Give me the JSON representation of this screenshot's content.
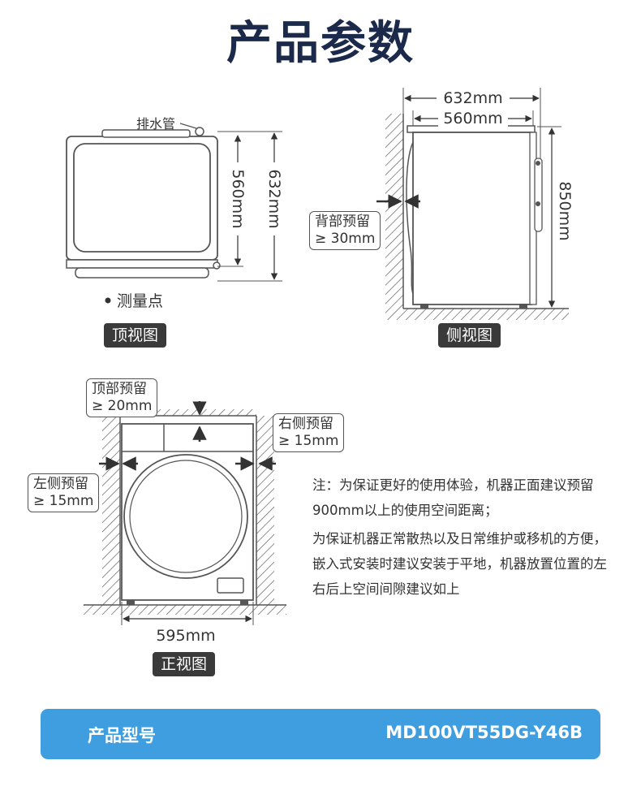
{
  "title": "产品参数",
  "top_view": {
    "drain_label": "排水管",
    "dim_depth_inner": "560mm",
    "dim_depth_outer": "632mm",
    "measure_point": "测量点",
    "caption": "顶视图"
  },
  "side_view": {
    "dim_top_outer": "632mm",
    "dim_top_inner": "560mm",
    "dim_height": "850mm",
    "back_clearance": [
      "背部预留",
      "≥ 30mm"
    ],
    "caption": "侧视图"
  },
  "front_view": {
    "top_clearance": [
      "顶部预留",
      "≥ 20mm"
    ],
    "right_clearance": [
      "右侧预留",
      "≥ 15mm"
    ],
    "left_clearance": [
      "左侧预留",
      "≥ 15mm"
    ],
    "dim_width": "595mm",
    "caption": "正视图"
  },
  "notes": [
    "注：为保证更好的使用体验，机器正面建议预留900mm以上的使用空间距离；",
    "为保证机器正常散热以及日常维护或移机的方便，嵌入式安装时建议安装于平地，机器放置位置的左右后上空间间隙建议如上"
  ],
  "model": {
    "label": "产品型号",
    "value": "MD100VT55DG-Y46B"
  },
  "colors": {
    "title": "#1b2a4a",
    "banner": "#3f9ee0",
    "tag_bg": "#3a3a3a"
  }
}
